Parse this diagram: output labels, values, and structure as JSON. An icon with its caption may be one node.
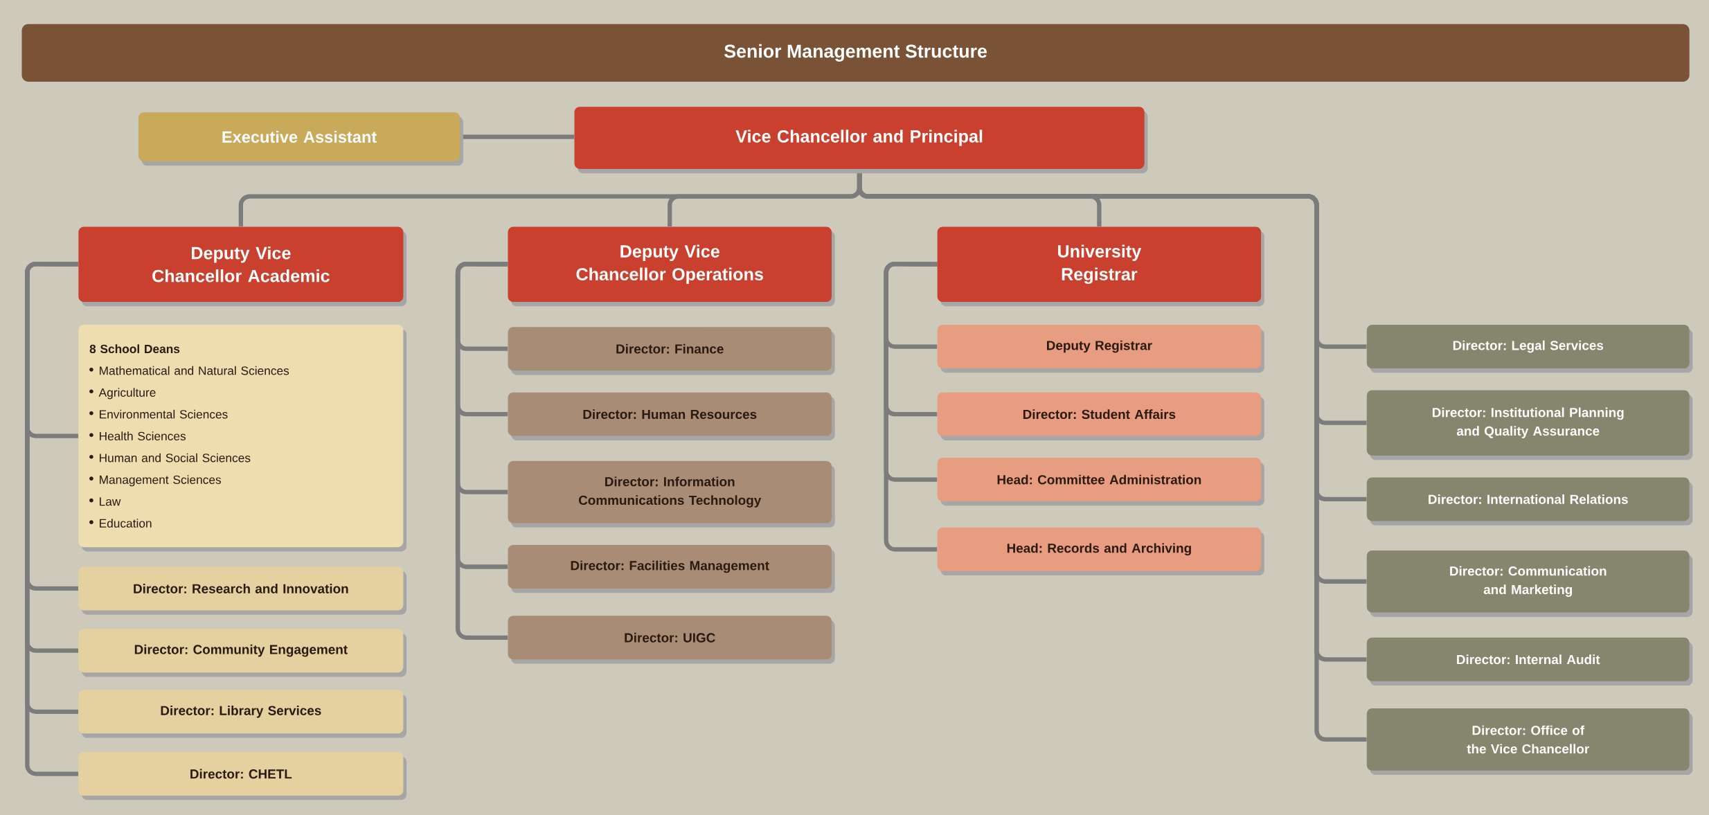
{
  "diagram": {
    "title": "Senior Management Structure",
    "nodes": [
      {
        "text": [
          "Executive Assistant"
        ]
      },
      {
        "text": [
          "Vice Chancellor and Principal"
        ]
      },
      {
        "text": [
          "Deputy Vice Chancellor Academic"
        ]
      },
      {
        "text": [
          "Deputy Vice Chancellor Operations"
        ]
      },
      {
        "text": [
          "University Registrar"
        ]
      },
      {
        "text": [
          "8 School Deans",
          "Mathematical and Natural Sciences",
          "Agriculture",
          "Environmental Sciences",
          "Health Sciences",
          "Human and Social Sciences",
          "Management Sciences",
          "Law",
          "Education"
        ]
      },
      {
        "text": [
          "Director: Research and Innovation"
        ]
      },
      {
        "text": [
          "Director: Community Engagement"
        ]
      },
      {
        "text": [
          "Director: Library Services"
        ]
      },
      {
        "text": [
          "Director: CHETL"
        ]
      },
      {
        "text": [
          "Director: Finance"
        ]
      },
      {
        "text": [
          "Director: Human Resources"
        ]
      },
      {
        "text": [
          "Director: Information Communications Technology"
        ]
      },
      {
        "text": [
          "Director: Facilities Management"
        ]
      },
      {
        "text": [
          "Director: UIGC"
        ]
      },
      {
        "text": [
          "Deputy Registrar"
        ]
      },
      {
        "text": [
          "Director: Student Affairs"
        ]
      },
      {
        "text": [
          "Head: Committee Administration"
        ]
      },
      {
        "text": [
          "Head: Records and Archiving"
        ]
      },
      {
        "text": [
          "Director: Legal Services"
        ]
      },
      {
        "text": [
          "Director: Institutional Planning and Quality Assurance"
        ]
      },
      {
        "text": [
          "Director: International Relations"
        ]
      },
      {
        "text": [
          "Director: Communication and Marketing"
        ]
      },
      {
        "text": [
          "Director: Internal Audit"
        ]
      },
      {
        "text": [
          "Director: Office of the Vice Chancellor"
        ]
      }
    ],
    "edges": [
      {
        "from": 0,
        "to": 1,
        "arrow": "none"
      },
      {
        "from": 1,
        "to": 2,
        "arrow": "none"
      },
      {
        "from": 1,
        "to": 3,
        "arrow": "none"
      },
      {
        "from": 1,
        "to": 4,
        "arrow": "none"
      },
      {
        "from": 1,
        "to": 19,
        "arrow": "none"
      },
      {
        "from": 1,
        "to": 20,
        "arrow": "none"
      },
      {
        "from": 1,
        "to": 21,
        "arrow": "none"
      },
      {
        "from": 1,
        "to": 22,
        "arrow": "none"
      },
      {
        "from": 1,
        "to": 23,
        "arrow": "none"
      },
      {
        "from": 1,
        "to": 24,
        "arrow": "none"
      },
      {
        "from": 2,
        "to": 5,
        "arrow": "none"
      },
      {
        "from": 2,
        "to": 6,
        "arrow": "none"
      },
      {
        "from": 2,
        "to": 7,
        "arrow": "none"
      },
      {
        "from": 2,
        "to": 8,
        "arrow": "none"
      },
      {
        "from": 2,
        "to": 9,
        "arrow": "none"
      },
      {
        "from": 3,
        "to": 10,
        "arrow": "none"
      },
      {
        "from": 3,
        "to": 11,
        "arrow": "none"
      },
      {
        "from": 3,
        "to": 12,
        "arrow": "none"
      },
      {
        "from": 3,
        "to": 13,
        "arrow": "none"
      },
      {
        "from": 3,
        "to": 14,
        "arrow": "none"
      },
      {
        "from": 4,
        "to": 15,
        "arrow": "none"
      },
      {
        "from": 4,
        "to": 16,
        "arrow": "none"
      },
      {
        "from": 4,
        "to": 17,
        "arrow": "none"
      },
      {
        "from": 4,
        "to": 18,
        "arrow": "none"
      }
    ]
  }
}
